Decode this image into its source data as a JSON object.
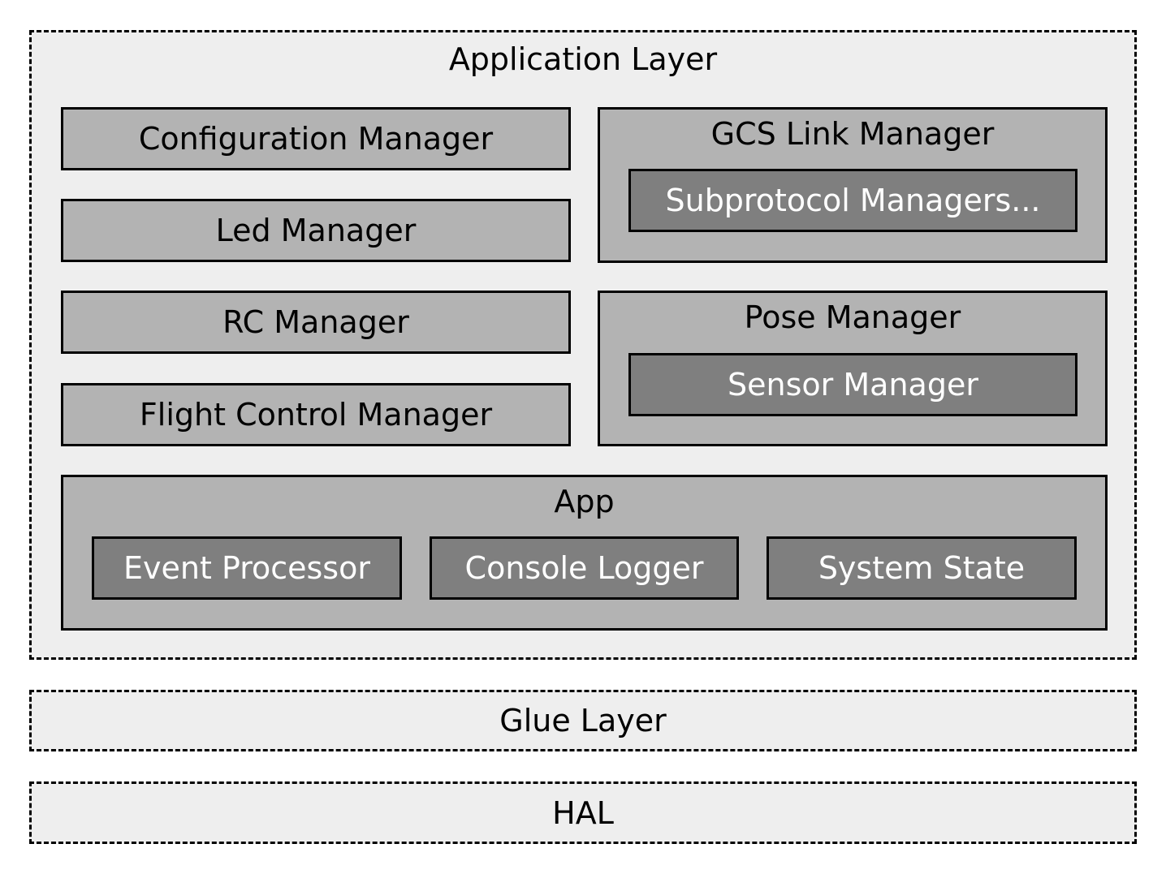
{
  "application_layer": {
    "title": "Application Layer",
    "left_column": [
      "Configuration Manager",
      "Led Manager",
      "RC Manager",
      "Flight Control Manager"
    ],
    "gcs_link_manager": {
      "title": "GCS Link Manager",
      "child": "Subprotocol Managers..."
    },
    "pose_manager": {
      "title": "Pose Manager",
      "child": "Sensor Manager"
    },
    "app": {
      "title": "App",
      "children": [
        "Event Processor",
        "Console Logger",
        "System State"
      ]
    }
  },
  "glue_layer": {
    "title": "Glue Layer"
  },
  "hal_layer": {
    "title": "HAL"
  },
  "colors": {
    "layer_fill": "#eeeeee",
    "module_fill": "#b3b3b3",
    "submodule_fill": "#7f7f7f",
    "submodule_text": "#ffffff"
  }
}
